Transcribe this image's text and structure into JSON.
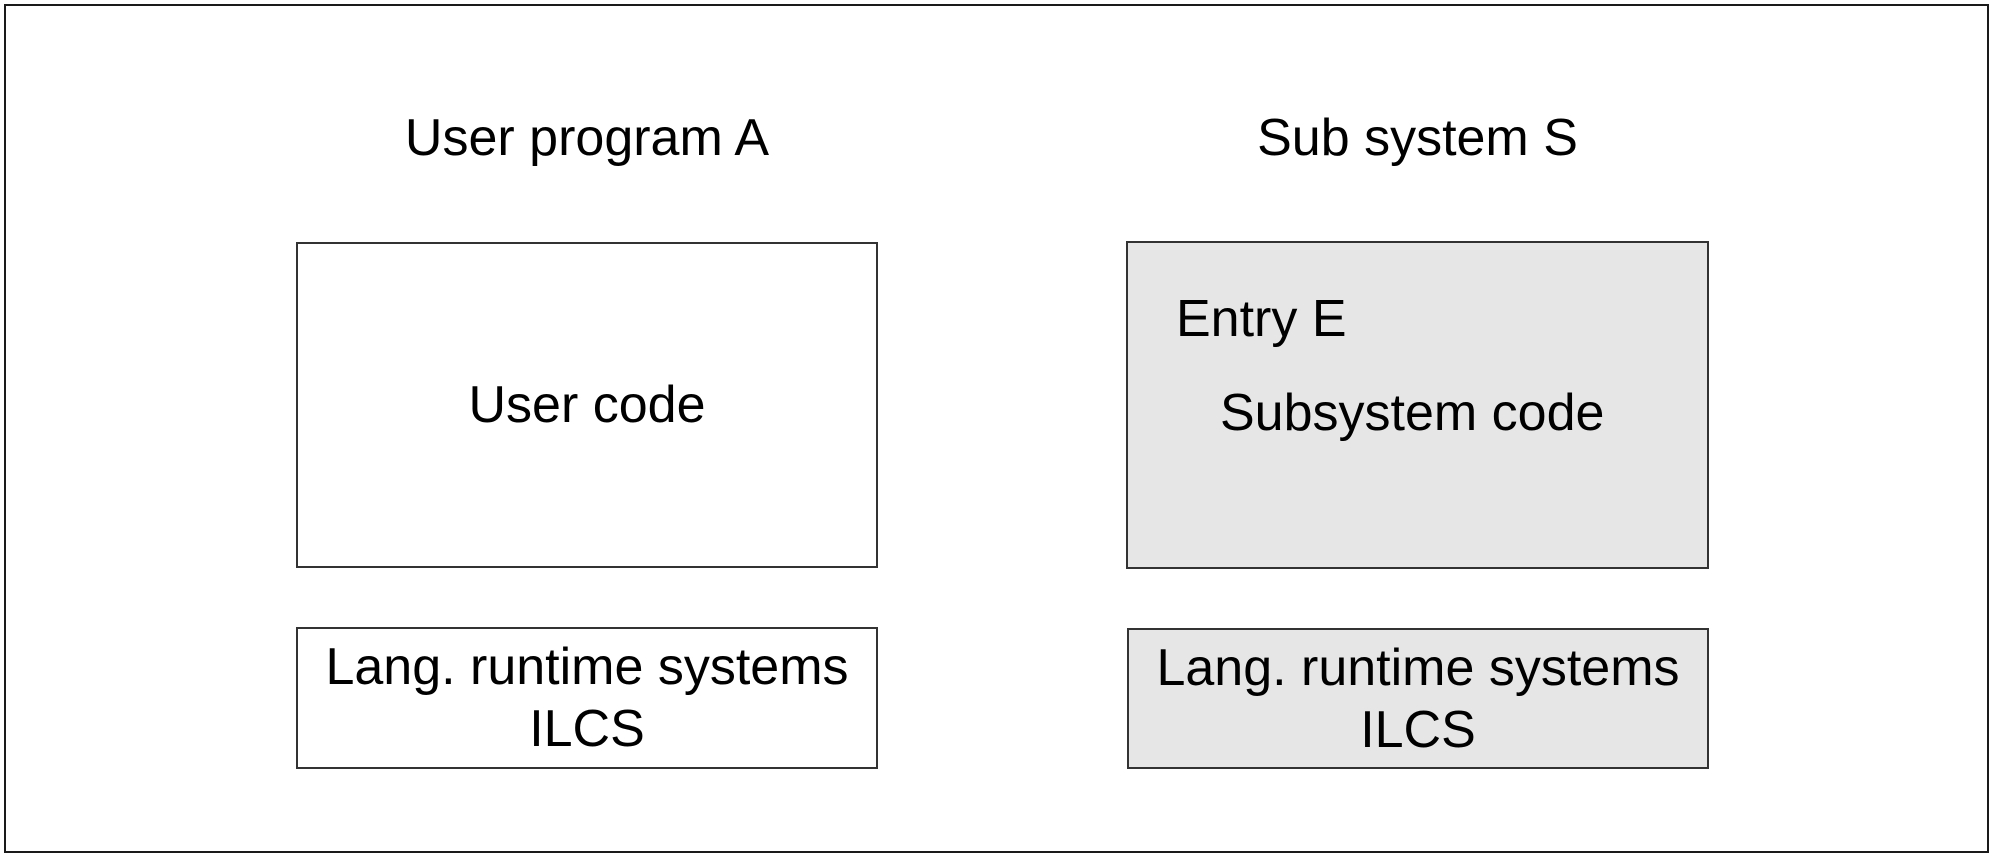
{
  "diagram": {
    "colors": {
      "outer_border": "#1a1a1a",
      "box_border": "#333333",
      "subsystem_fill": "#e6e6e6",
      "text": "#000000",
      "background": "#ffffff"
    },
    "left_column": {
      "title": "User program A",
      "code_box_label": "User code",
      "runtime_box_line1": "Lang. runtime systems",
      "runtime_box_line2": "ILCS"
    },
    "right_column": {
      "title": "Sub system S",
      "entry_label": "Entry E",
      "code_box_label": "Subsystem code",
      "runtime_box_line1": "Lang. runtime systems",
      "runtime_box_line2": "ILCS"
    }
  }
}
